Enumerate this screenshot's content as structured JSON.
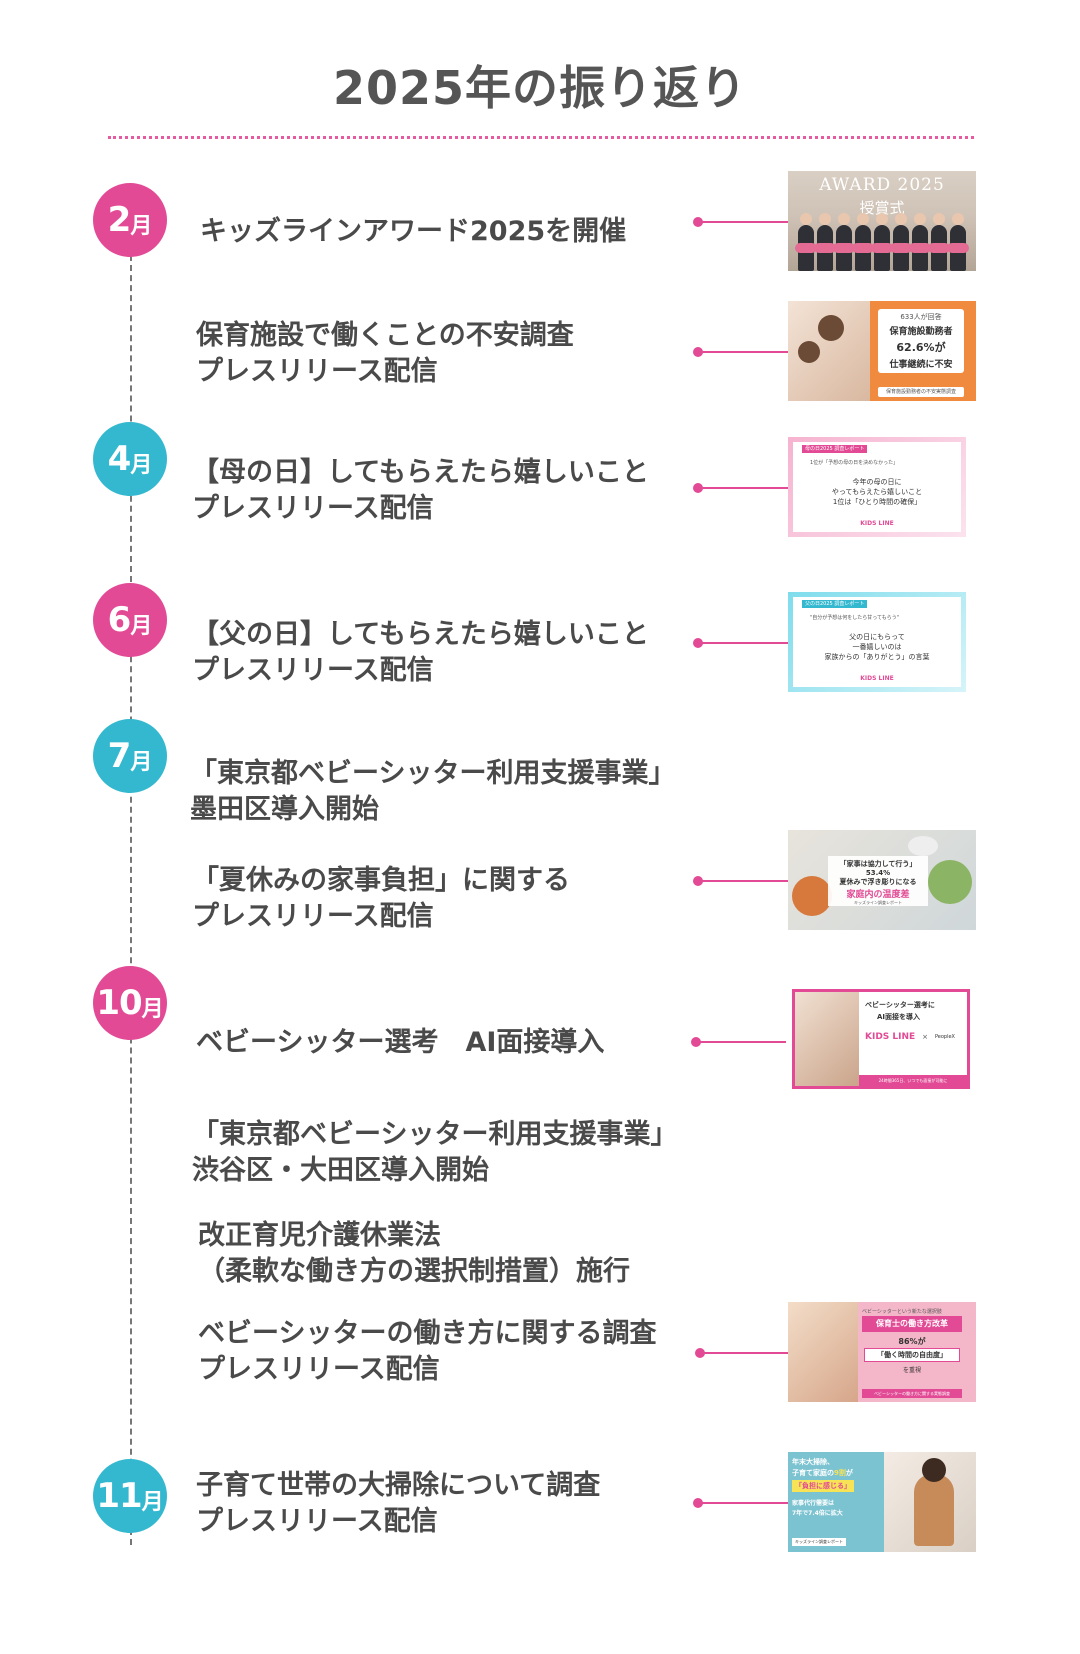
{
  "title": "2025年の振り返り",
  "months": [
    {
      "num": "2",
      "suffix": "月",
      "color": "#e24a95"
    },
    {
      "num": "4",
      "suffix": "月",
      "color": "#33b8cf"
    },
    {
      "num": "6",
      "suffix": "月",
      "color": "#e24a95"
    },
    {
      "num": "7",
      "suffix": "月",
      "color": "#33b8cf"
    },
    {
      "num": "10",
      "suffix": "月",
      "color": "#e24a95"
    },
    {
      "num": "11",
      "suffix": "月",
      "color": "#33b8cf"
    }
  ],
  "events": [
    {
      "line1": "キッズラインアワード2025を開催",
      "line2": ""
    },
    {
      "line1": "保育施設で働くことの不安調査",
      "line2": "プレスリリース配信"
    },
    {
      "line1": "【母の日】してもらえたら嬉しいこと",
      "line2": "プレスリリース配信"
    },
    {
      "line1": "【父の日】してもらえたら嬉しいこと",
      "line2": "プレスリリース配信"
    },
    {
      "line1": "「東京都ベビーシッター利用支援事業」",
      "line2": "墨田区導入開始"
    },
    {
      "line1": "「夏休みの家事負担」に関する",
      "line2": "プレスリリース配信"
    },
    {
      "line1": "ベビーシッター選考　AI面接導入",
      "line2": ""
    },
    {
      "line1": "「東京都ベビーシッター利用支援事業」",
      "line2": "渋谷区・大田区導入開始"
    },
    {
      "line1": "改正育児介護休業法",
      "line2": "（柔軟な働き方の選択制措置）施行"
    },
    {
      "line1": "ベビーシッターの働き方に関する調査",
      "line2": "プレスリリース配信"
    },
    {
      "line1": "子育て世帯の大掃除について調査",
      "line2": "プレスリリース配信"
    }
  ],
  "thumbs": {
    "award": {
      "title": "AWARD 2025",
      "subtitle": "授賞式"
    },
    "survey": {
      "badge": "633人が回答",
      "line1": "保育施設勤務者",
      "line2": "62.6%が",
      "line3": "仕事継続に不安",
      "footer": "保育施設勤務者の不安実態調査"
    },
    "mother": {
      "tag": "母の日2025 調査レポート",
      "quote": "1位が「予想の母の日を決めなかった」",
      "line1": "今年の母の日に",
      "line2": "やってもらえたら嬉しいこと",
      "line3": "1位は「ひとり時間の確保」",
      "logo": "KIDS LINE"
    },
    "father": {
      "tag": "父の日2025 調査レポート",
      "quote": "\"自分が予想は何をしたら甘ってもらう\"",
      "line1": "父の日にもらって",
      "line2": "一番嬉しいのは",
      "line3": "家族からの「ありがとう」の言葉",
      "logo": "KIDS LINE"
    },
    "summer": {
      "line1": "「家事は協力して行う」53.4%",
      "line2": "夏休みで浮き彫りになる",
      "line3": "家庭内の温度差",
      "line4": "キッズライン調査レポート"
    },
    "ai": {
      "line1": "ベビーシッター選考に",
      "line2": "AI面接を導入",
      "logo1": "KIDS LINE",
      "times": "×",
      "logo2": "PeopleX",
      "footer": "24時間365日、いつでも面接が可能に"
    },
    "work": {
      "header": "ベビーシッターという新たな選択肢",
      "banner": "保育士の働き方改革",
      "line1": "86%が",
      "line2": "「働く時間の自由度」",
      "line3": "を重視",
      "footer": "ベビーシッターの働き方に関する実態調査"
    },
    "clean": {
      "line1": "年末大掃除、",
      "line2a": "子育て家庭の",
      "line2b": "9割",
      "line2c": "が",
      "line3": "「負担に感じる」",
      "line4": "家事代行需要は",
      "line5": "7年で7.4倍に拡大",
      "line6": "キッズライン調査レポート"
    }
  },
  "colors": {
    "pink": "#e24a95",
    "blue": "#33b8cf",
    "text": "#4a4a4a"
  }
}
